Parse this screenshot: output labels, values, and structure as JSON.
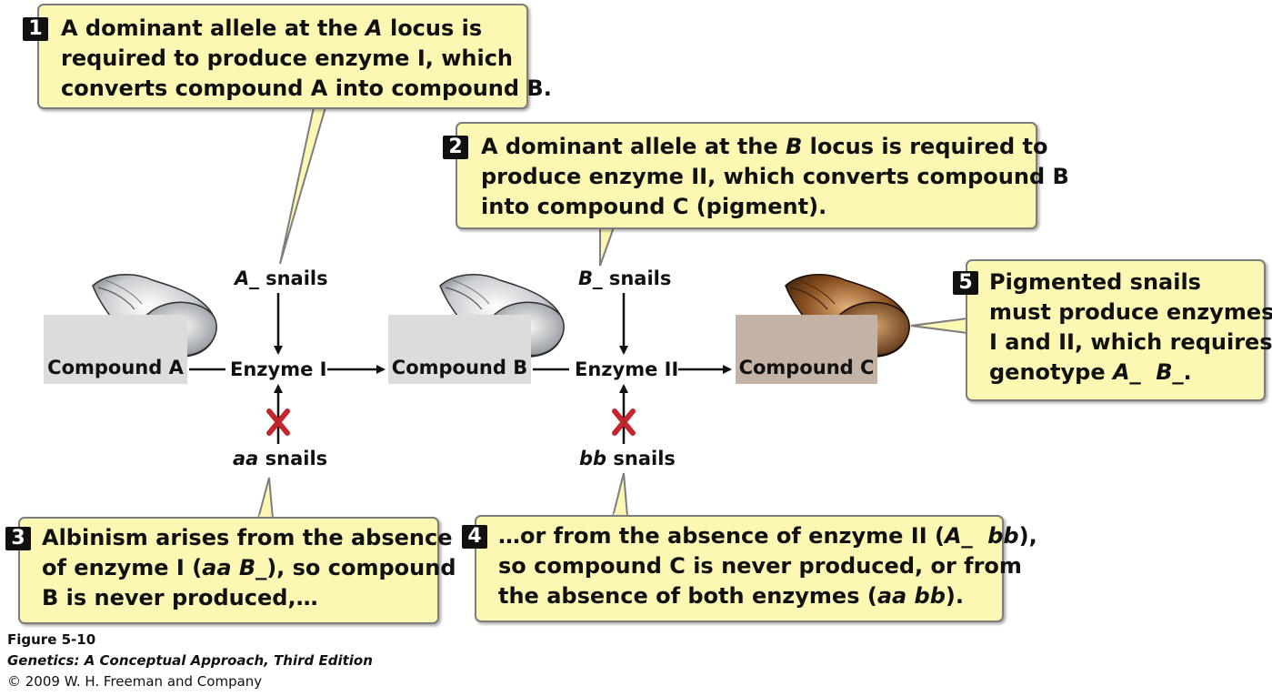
{
  "callouts": [
    {
      "num": "1",
      "lines": [
        "A dominant allele at the <i>A</i> locus is",
        "required to produce enzyme I, which",
        "converts compound A into compound B."
      ]
    },
    {
      "num": "2",
      "lines": [
        "A dominant allele at the <i>B</i> locus is required to",
        "produce enzyme II, which converts compound B",
        "into compound C (pigment)."
      ]
    },
    {
      "num": "3",
      "lines": [
        "Albinism arises from the absence",
        "of enzyme I (<i>aa B_</i>), so compound",
        "B is never produced,…"
      ]
    },
    {
      "num": "4",
      "lines": [
        "…or from the absence of enzyme II (<i>A_ &nbsp;bb</i>),",
        "so compound C is never produced, or from",
        "the absence of both enzymes (<i>aa bb</i>)."
      ]
    },
    {
      "num": "5",
      "lines": [
        "Pigmented snails",
        "must produce enzymes",
        "I and II, which requires",
        "genotype <i>A_ &nbsp;B_</i>."
      ]
    }
  ],
  "compounds": {
    "a": "Compound A",
    "b": "Compound B",
    "c": "Compound C"
  },
  "enzymes": {
    "one": "Enzyme I",
    "two": "Enzyme II"
  },
  "snails": {
    "a_dom": "<i>A_</i> snails",
    "b_dom": "<i>B_</i> snails",
    "aa": "<i>aa</i> snails",
    "bb": "<i>bb</i> snails"
  },
  "figure": {
    "number": "Figure 5-10",
    "book": "Genetics: A Conceptual Approach, Third Edition",
    "copyright": "© 2009 W. H. Freeman and Company"
  },
  "colors": {
    "callout_fill": "#fcf8b4",
    "callout_border": "#7d7d7d",
    "compound_bg_albino": "#dcdcdc",
    "compound_bg_pigment": "#c4b3a4",
    "blocked_x": "#c1272d"
  },
  "icons": [
    "albino-snail-shell",
    "pigmented-snail-shell",
    "blocked-x-icon"
  ]
}
